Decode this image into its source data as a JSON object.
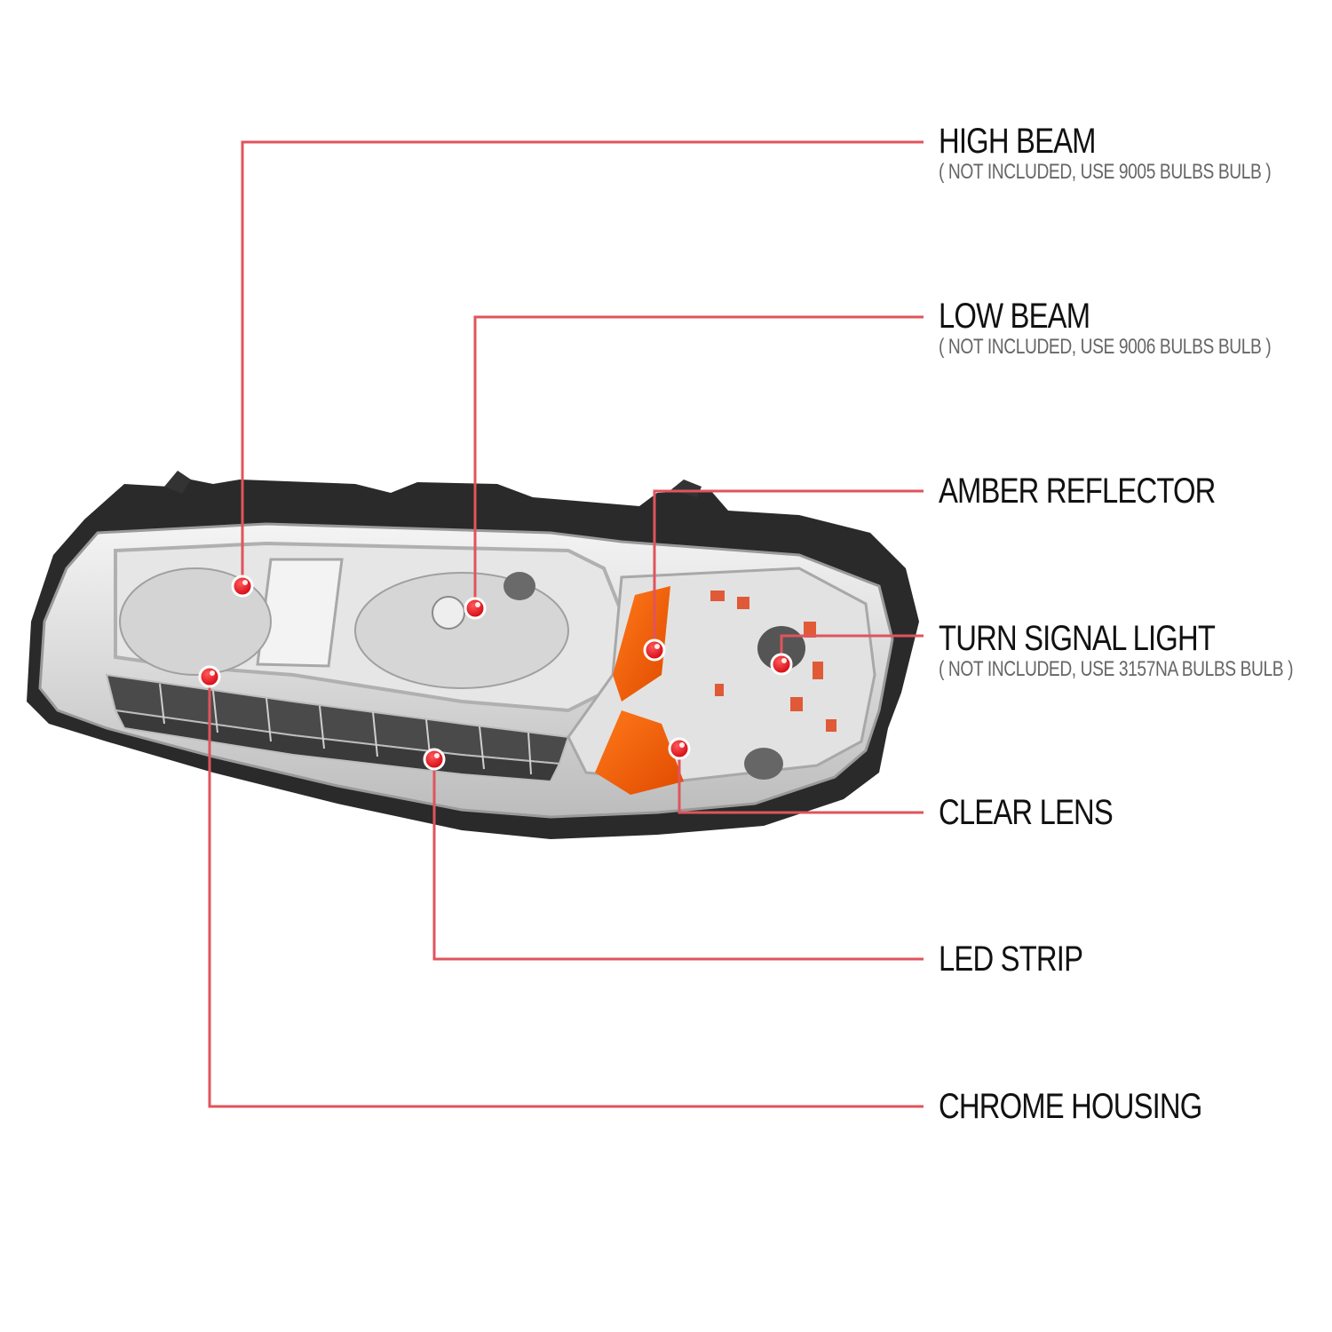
{
  "diagram": {
    "subject": "headlight assembly",
    "accent_line_color": "#e0545c",
    "marker_color": "#e8000f",
    "labels": [
      {
        "id": "high-beam",
        "title": "HIGH BEAM",
        "subtitle": "( NOT INCLUDED, USE 9005 BULBS BULB )"
      },
      {
        "id": "low-beam",
        "title": "LOW BEAM",
        "subtitle": "( NOT INCLUDED, USE 9006 BULBS BULB )"
      },
      {
        "id": "amber-reflector",
        "title": "AMBER REFLECTOR"
      },
      {
        "id": "turn-signal-light",
        "title": "TURN SIGNAL LIGHT",
        "subtitle": "( NOT INCLUDED, USE 3157NA BULBS BULB )"
      },
      {
        "id": "clear-lens",
        "title": "CLEAR LENS"
      },
      {
        "id": "led-strip",
        "title": "LED STRIP"
      },
      {
        "id": "chrome-housing",
        "title": "CHROME HOUSING"
      }
    ]
  }
}
